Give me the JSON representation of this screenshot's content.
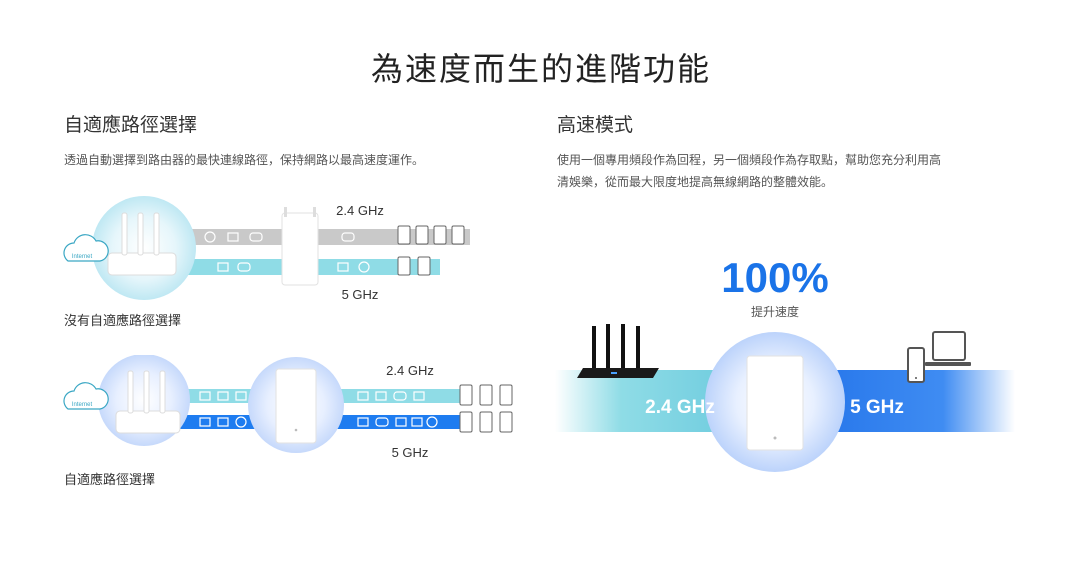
{
  "page": {
    "title": "為速度而生的進階功能"
  },
  "left": {
    "heading": "自適應路徑選擇",
    "description": "透過自動選擇到路由器的最快連線路徑，保持網路以最高速度運作。",
    "diagram_top": {
      "internet_label": "Internet",
      "band_top": "2.4 GHz",
      "band_bottom": "5 GHz",
      "caption": "沒有自適應路徑選擇"
    },
    "diagram_bottom": {
      "internet_label": "Internet",
      "band_top": "2.4 GHz",
      "band_bottom": "5 GHz",
      "caption": "自適應路徑選擇"
    }
  },
  "right": {
    "heading": "高速模式",
    "description_line1": "使用一個專用頻段作為回程，另一個頻段作為存取點，幫助您充分利用高",
    "description_line2": "清娛樂，從而最大限度地提高無線網路的整體效能。",
    "stat_value": "100%",
    "stat_label": "提升速度",
    "band_left": "2.4 GHz",
    "band_right": "5 GHz"
  },
  "colors": {
    "blue": "#1e7cf0",
    "teal": "#8fdce6",
    "gray_band": "#c8c8c8",
    "stat_blue": "#1a73e8"
  }
}
